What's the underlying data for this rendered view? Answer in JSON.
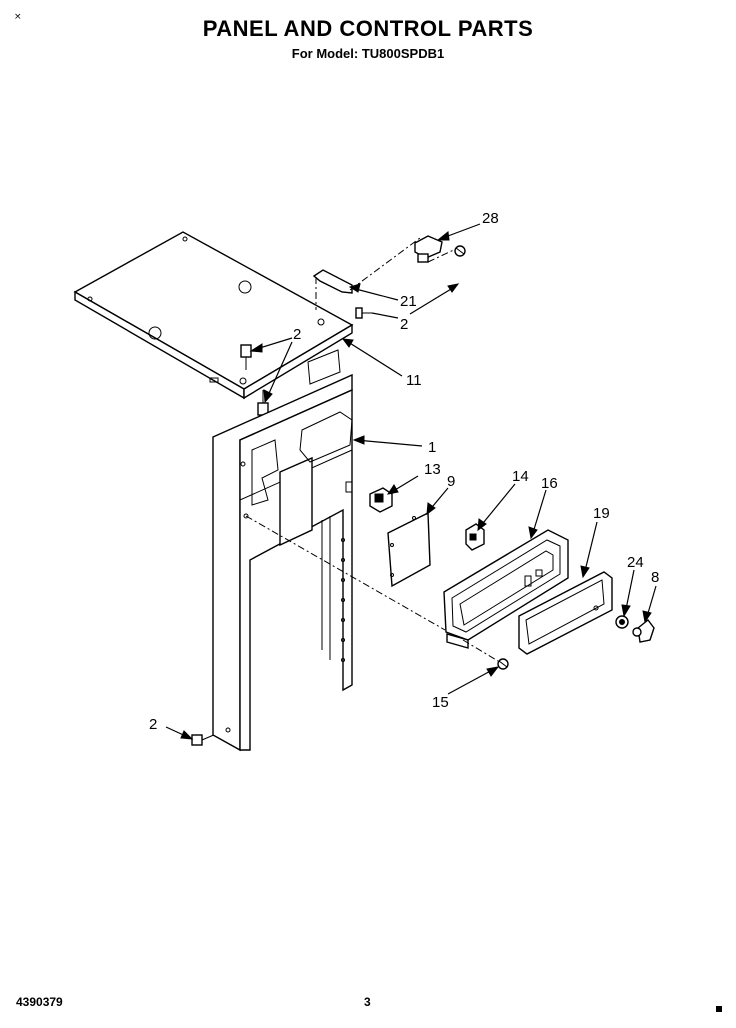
{
  "header": {
    "title": "PANEL AND CONTROL PARTS",
    "subtitle": "For Model: TU800SPDB1",
    "corner_mark": "×"
  },
  "footer": {
    "doc_number": "4390379",
    "page_number": "3"
  },
  "callouts": {
    "c28": "28",
    "c21": "21",
    "c2a": "2",
    "c2b": "2",
    "c11": "11",
    "c1": "1",
    "c13": "13",
    "c9": "9",
    "c14": "14",
    "c16": "16",
    "c19": "19",
    "c24": "24",
    "c8": "8",
    "c15": "15",
    "c2c": "2"
  }
}
